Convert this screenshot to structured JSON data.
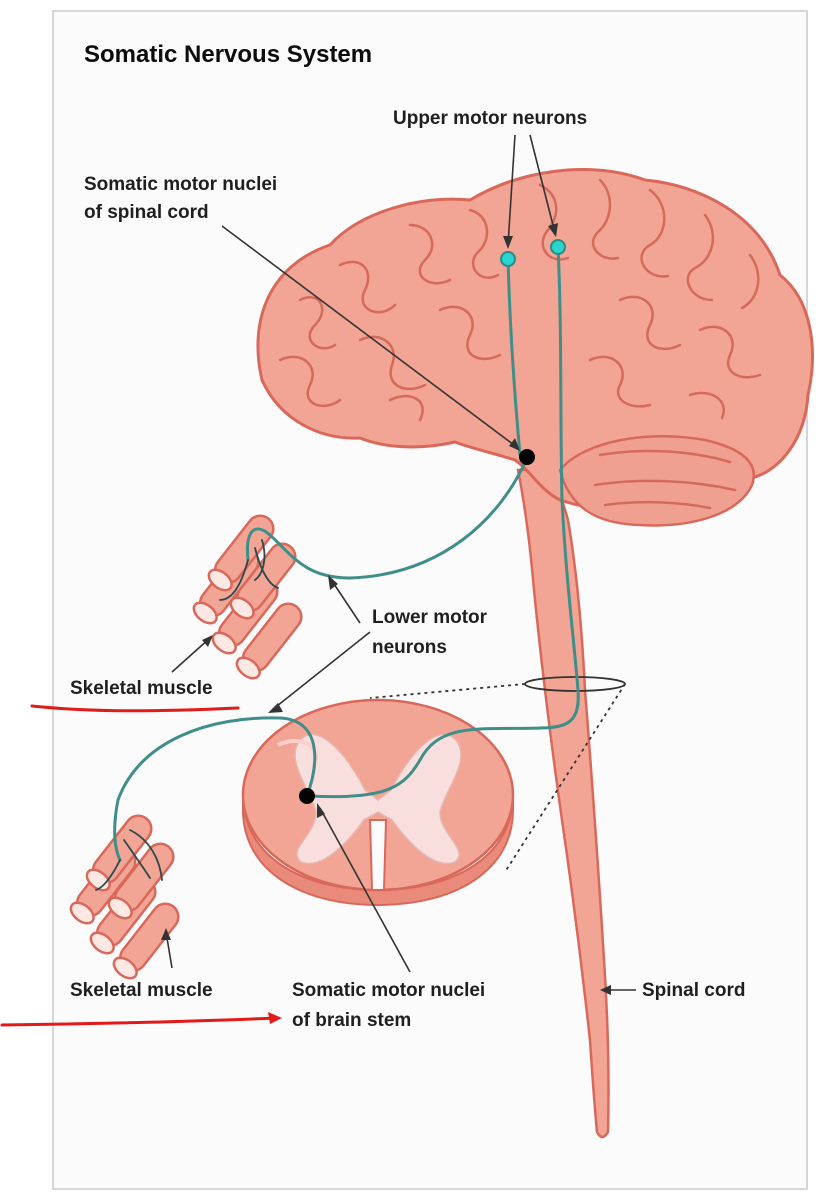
{
  "title": "Somatic Nervous System",
  "labels": {
    "upper_motor_neurons": "Upper motor neurons",
    "somatic_motor_nuclei_spinal_1": "Somatic motor nuclei",
    "somatic_motor_nuclei_spinal_2": "of spinal cord",
    "lower_motor_neurons_1": "Lower motor",
    "lower_motor_neurons_2": "neurons",
    "skeletal_muscle_upper": "Skeletal muscle",
    "skeletal_muscle_lower": "Skeletal muscle",
    "somatic_motor_nuclei_brainstem_1": "Somatic motor nuclei",
    "somatic_motor_nuclei_brainstem_2": "of brain stem",
    "spinal_cord": "Spinal cord"
  },
  "colors": {
    "tissue": "#f2a595",
    "tissue_outline": "#d9685a",
    "gray_matter": "#f9dede",
    "neuron": "#3f8e8a",
    "neuron_body_upper": "#2ad4d0",
    "neuron_body_lower": "#000000",
    "annotation_underline": "#e21a1a"
  }
}
